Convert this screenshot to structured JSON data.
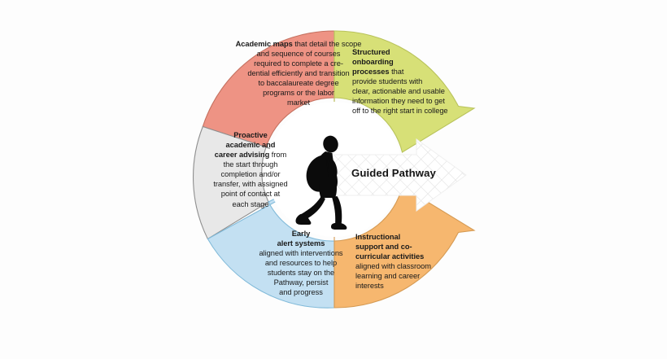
{
  "diagram": {
    "title": "Guided Pathway",
    "center_label": "Guided Pathway",
    "center_icon": "walking-student-with-backpack-silhouette",
    "arrow_icon": "right-arrow-crosshatch",
    "background_color": "#fdfdfd",
    "segments": [
      {
        "id": "academic-maps",
        "color": "#EE9384",
        "stroke": "#C06B5E",
        "bold_text": "Academic maps",
        "body_text": " that detail the scope and sequence of courses required to complete a cre-dential efficiently and transition to baccalaureate degree programs or the labor market",
        "full_text": "Academic maps that detail the scope and sequence of courses required to complete a cre-dential efficiently and transition to baccalaureate degree programs or the labor market",
        "align": "center",
        "position": "upper-left"
      },
      {
        "id": "structured-onboarding",
        "color": "#D7E077",
        "stroke": "#B7C256",
        "bold_text": "Structured onboarding processes",
        "body_text": " that provide students with clear, actionable and usable information they need to get off to the right start in college",
        "full_text": "Structured onboarding processes that provide students with clear, actionable and usable information they need to get off to the right start in college",
        "align": "left",
        "position": "upper-right"
      },
      {
        "id": "proactive-advising",
        "color": "#E8E8E8",
        "stroke": "#8C8C8C",
        "bold_text": "Proactive academic and career advising",
        "body_text": " from the start through completion and/or transfer, with assigned point of contact at each stage",
        "full_text": "Proactive academic and career advising from the start through completion and/or transfer, with assigned point of contact at each stage",
        "align": "center",
        "position": "left"
      },
      {
        "id": "early-alert-systems",
        "color": "#C3E0F2",
        "stroke": "#7FB8D9",
        "bold_text": "Early alert systems",
        "body_text": " aligned with interventions and resources to help students stay on the Pathway, persist and progress",
        "full_text": "Early alert systems aligned with interventions and resources to help students stay on the Pathway, persist and progress",
        "align": "center",
        "position": "lower-left"
      },
      {
        "id": "instructional-support",
        "color": "#F6B76F",
        "stroke": "#D4984F",
        "bold_text": "Instructional support and co-curricular activities",
        "body_text": " aligned with classroom learning and career interests",
        "full_text": "Instructional support and co-curricular activities aligned with classroom learning and career interests",
        "align": "left",
        "position": "lower-right"
      }
    ]
  },
  "labels": {
    "red": {
      "bold": "Academic maps",
      "l1": " that detail the scope",
      "l2": "and sequence of courses",
      "l3": "required to complete a cre-",
      "l4": "dential efficiently and transition",
      "l5": "to baccalaureate degree",
      "l6": "programs or the labor",
      "l7": "market"
    },
    "green": {
      "b1": "Structured",
      "b2": "onboarding",
      "b3": "processes",
      "l3tail": " that",
      "l4": "provide students with",
      "l5": "clear, actionable and usable",
      "l6": "information they need to get",
      "l7": "off to the right start in college"
    },
    "gray": {
      "b1": "Proactive",
      "b2": "academic and",
      "b3": "career advising",
      "l3tail": " from",
      "l4": "the start through",
      "l5": "completion and/or",
      "l6": "transfer, with assigned",
      "l7": "point of contact at",
      "l8": "each stage"
    },
    "blue": {
      "b1": "Early",
      "b2": "alert systems",
      "l3": "aligned with interventions",
      "l4": "and resources to help",
      "l5": "students stay on the",
      "l6": "Pathway, persist",
      "l7": "and progress"
    },
    "orange": {
      "b1": "Instructional",
      "b2": "support and co-",
      "b3": "curricular activities",
      "l4": "aligned with classroom",
      "l5": "learning and career",
      "l6": "interests"
    }
  }
}
